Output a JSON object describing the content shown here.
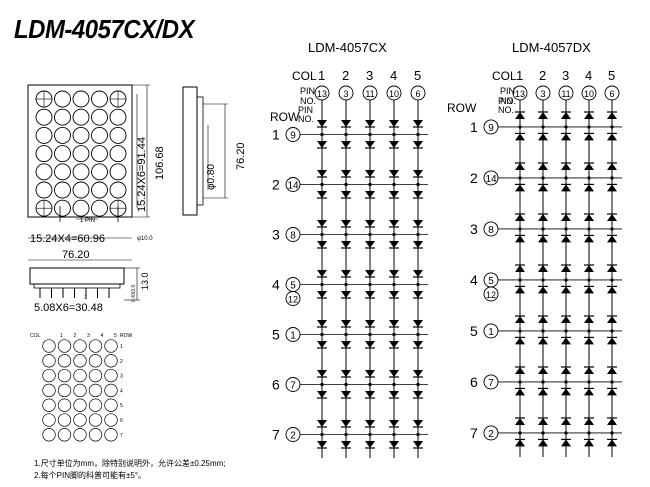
{
  "title": "LDM-4057CX/DX",
  "dimensions": {
    "height_overall": "106.68",
    "height_pitch": "15.24X6=91.44",
    "width_pitch": "15.24X4=60.96",
    "width_overall": "76.20",
    "dot_dia": "φ10.0",
    "pin_label": "1 PIN",
    "side_height": "76.20",
    "side_dot": "φ0.80",
    "bottom_height": "13.0",
    "bottom_small": "0.4X3.0",
    "pin_pitch": "5.08X6=30.48",
    "pin_mark": "1"
  },
  "front_view": {
    "col_label": "COL",
    "row_label": "ROW",
    "col_numbers": [
      "1",
      "2",
      "3",
      "4",
      "5"
    ],
    "row_numbers": [
      "1",
      "2",
      "3",
      "4",
      "5",
      "6",
      "7"
    ]
  },
  "notes": [
    "1.尺寸单位为mm，除特别说明外，允许公差±0.25mm;",
    "2.每个PIN脚的科普可能有±5°。"
  ],
  "schematic_cx": {
    "title": "LDM-4057CX",
    "col_label": "COL",
    "pin_label": "PIN",
    "no_label": "NO.",
    "row_label": "ROW",
    "cols": [
      {
        "num": "1",
        "pin": "13"
      },
      {
        "num": "2",
        "pin": "3"
      },
      {
        "num": "3",
        "pin": "11"
      },
      {
        "num": "4",
        "pin": "10"
      },
      {
        "num": "5",
        "pin": "6"
      }
    ],
    "rows": [
      {
        "num": "1",
        "pin": "9"
      },
      {
        "num": "2",
        "pin": "14"
      },
      {
        "num": "3",
        "pin": "8"
      },
      {
        "num": "4",
        "pin": "5",
        "pin2": "12"
      },
      {
        "num": "5",
        "pin": "1"
      },
      {
        "num": "6",
        "pin": "7"
      },
      {
        "num": "7",
        "pin": "2"
      }
    ]
  },
  "schematic_dx": {
    "title": "LDM-4057DX",
    "col_label": "COL",
    "pin_label": "PIN",
    "no_label": "NO.",
    "cols": [
      {
        "num": "1",
        "pin": "13"
      },
      {
        "num": "2",
        "pin": "3"
      },
      {
        "num": "3",
        "pin": "11"
      },
      {
        "num": "4",
        "pin": "10"
      },
      {
        "num": "5",
        "pin": "6"
      }
    ],
    "rows": [
      {
        "num": "1",
        "pin": "9"
      },
      {
        "num": "2",
        "pin": "14"
      },
      {
        "num": "3",
        "pin": "8"
      },
      {
        "num": "4",
        "pin": "5",
        "pin2": "12"
      },
      {
        "num": "5",
        "pin": "1"
      },
      {
        "num": "6",
        "pin": "7"
      },
      {
        "num": "7",
        "pin": "2"
      }
    ]
  }
}
